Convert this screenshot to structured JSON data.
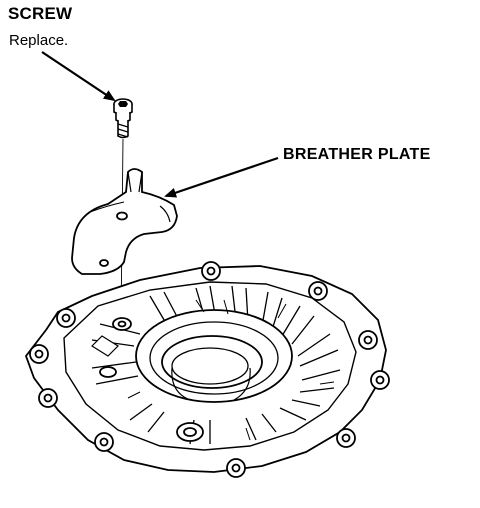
{
  "callouts": {
    "screw": {
      "title": "SCREW",
      "note": "Replace."
    },
    "breather_plate": {
      "title": "BREATHER PLATE"
    }
  },
  "colors": {
    "ink": "#000000",
    "paper": "#ffffff"
  }
}
